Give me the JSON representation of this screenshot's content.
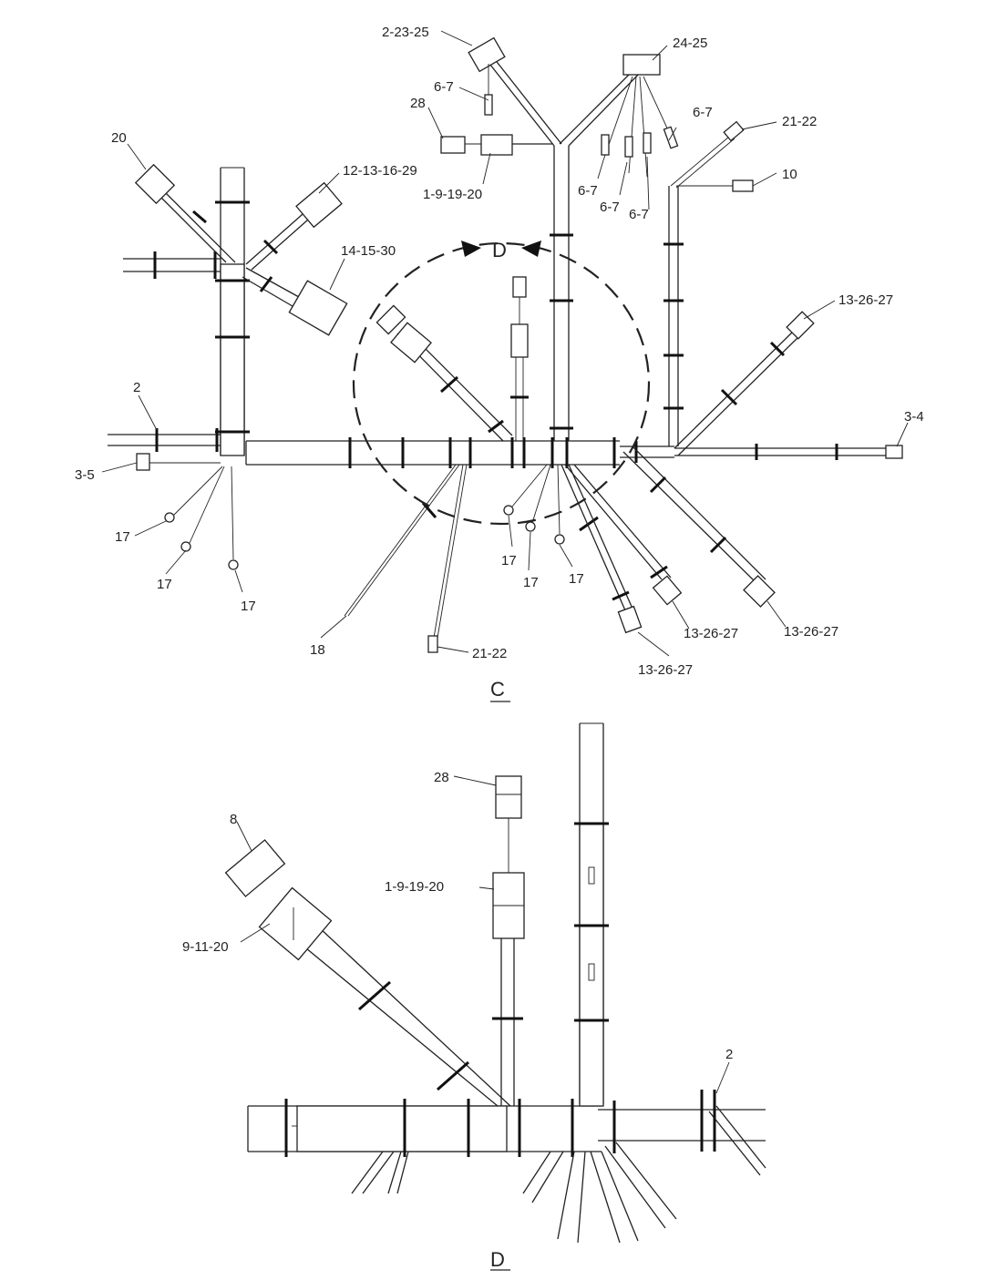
{
  "views": {
    "c": {
      "title": "C",
      "detail_marker": "D",
      "callouts": {
        "c_2_23_25": "2-23-25",
        "c_24_25": "24-25",
        "c_6_7_a": "6-7",
        "c_6_7_b": "6-7",
        "c_6_7_c": "6-7",
        "c_6_7_d": "6-7",
        "c_6_7_e": "6-7",
        "c_28": "28",
        "c_1_9_19_20": "1-9-19-20",
        "c_21_22_a": "21-22",
        "c_10": "10",
        "c_20": "20",
        "c_12_13_16_29": "12-13-16-29",
        "c_14_15_30": "14-15-30",
        "c_13_26_27_a": "13-26-27",
        "c_2": "2",
        "c_3_4": "3-4",
        "c_3_5": "3-5",
        "c_17_a": "17",
        "c_17_b": "17",
        "c_17_c": "17",
        "c_17_d": "17",
        "c_17_e": "17",
        "c_17_f": "17",
        "c_18": "18",
        "c_21_22_b": "21-22",
        "c_13_26_27_b": "13-26-27",
        "c_13_26_27_c": "13-26-27",
        "c_13_26_27_d": "13-26-27"
      }
    },
    "d": {
      "title": "D",
      "callouts": {
        "d_28": "28",
        "d_1_9_19_20": "1-9-19-20",
        "d_8": "8",
        "d_9_11_20": "9-11-20",
        "d_2": "2"
      }
    }
  }
}
